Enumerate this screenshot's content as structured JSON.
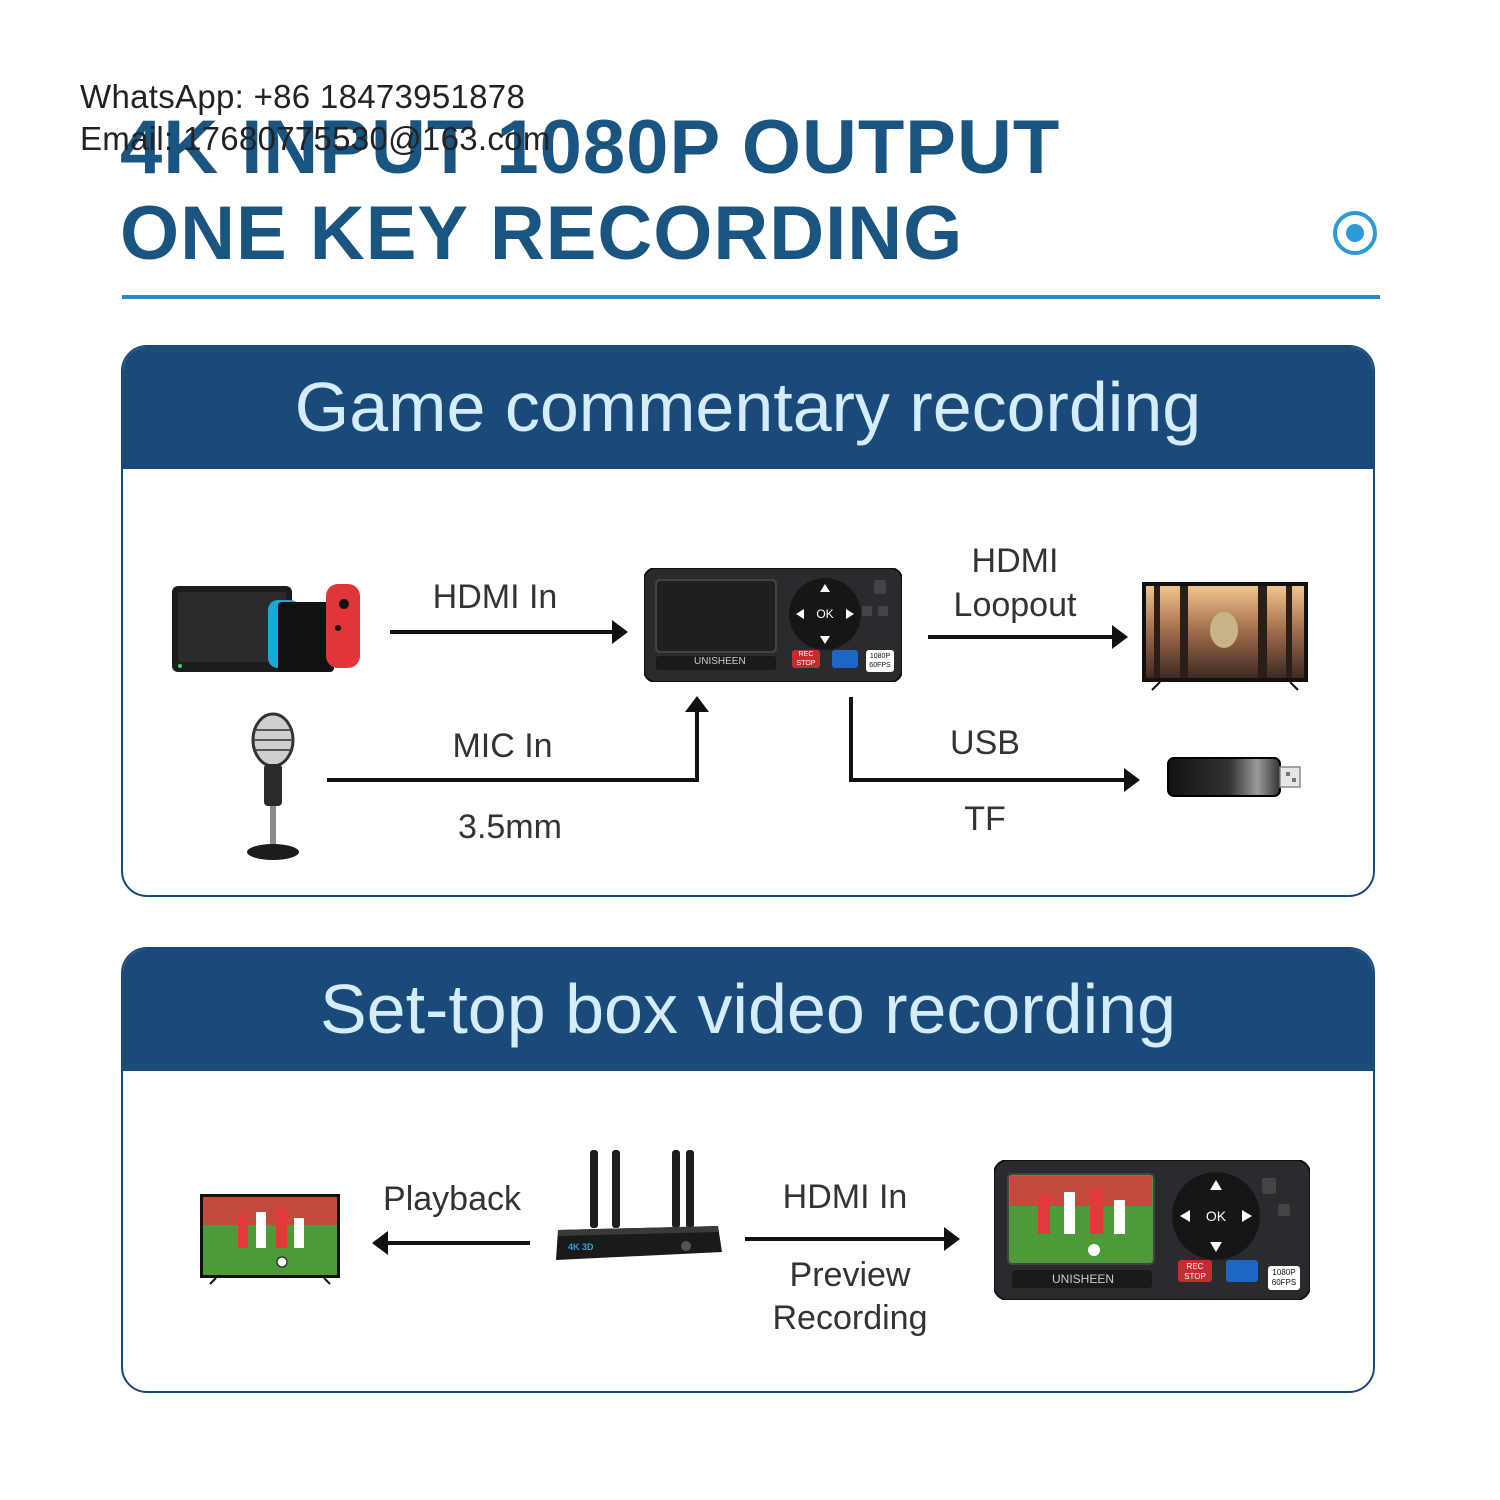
{
  "contact": {
    "whatsapp": "WhatsApp: +86 18473951878",
    "email": "Email: 17680775530@163.com"
  },
  "headline": {
    "line1": "4K INPUT 1080P OUTPUT",
    "line2": "ONE KEY RECORDING"
  },
  "colors": {
    "brand_blue": "#1a4a7a",
    "headline_blue": "#1a5581",
    "accent_blue": "#2d86c8",
    "title_text": "#d5ecfa"
  },
  "panel1": {
    "title": "Game commentary recording",
    "labels": {
      "hdmi_in": "HDMI In",
      "hdmi_loopout_1": "HDMI",
      "hdmi_loopout_2": "Loopout",
      "mic_in": "MIC In",
      "mic_jack": "3.5mm",
      "usb": "USB",
      "tf": "TF"
    },
    "device": {
      "brand": "UNISHEEN",
      "ok": "OK",
      "rec_1": "REC",
      "rec_2": "STOP",
      "res_1": "1080P",
      "res_2": "60FPS"
    },
    "icons": [
      "game-console-icon",
      "microphone-icon",
      "tv-icon",
      "usb-drive-icon",
      "recorder-device-icon"
    ]
  },
  "panel2": {
    "title": "Set-top box video recording",
    "labels": {
      "playback": "Playback",
      "hdmi_in": "HDMI In",
      "preview": "Preview",
      "recording": "Recording"
    },
    "set_top_box_badge": "4K 3D",
    "device": {
      "brand": "UNISHEEN",
      "ok": "OK",
      "rec_1": "REC",
      "rec_2": "STOP",
      "res_1": "1080P",
      "res_2": "60FPS"
    },
    "icons": [
      "tv-icon",
      "set-top-box-icon",
      "recorder-device-icon"
    ]
  }
}
